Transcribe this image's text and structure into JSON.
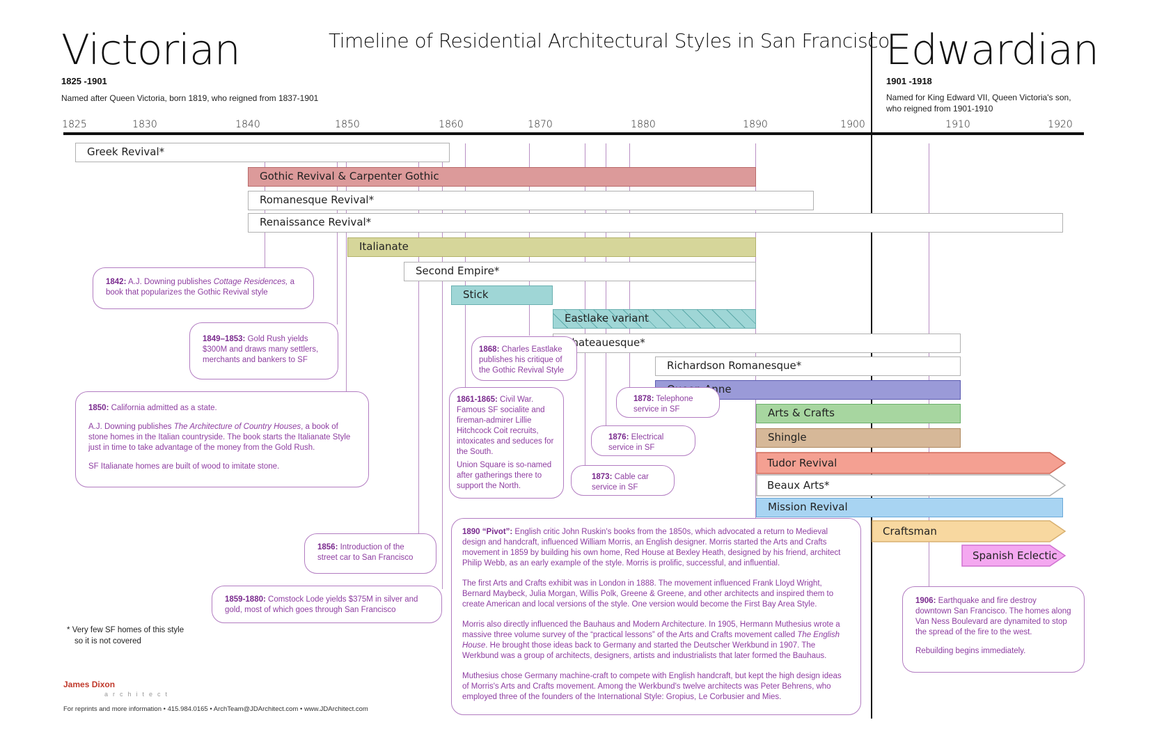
{
  "main_title": "Timeline of Residential Architectural Styles in San Francisco",
  "victorian": {
    "title": "Victorian",
    "years": "1825 -1901",
    "desc": "Named after Queen Victoria, born 1819, who reigned from 1837-1901"
  },
  "edwardian": {
    "title": "Edwardian",
    "years": "1901 -1918",
    "desc": "Named for King Edward VII, Queen Victoria's son, who reigned from 1901-1910"
  },
  "axis_years": [
    "1825",
    "1830",
    "1840",
    "1850",
    "1860",
    "1870",
    "1880",
    "1890",
    "1900",
    "1910",
    "1920"
  ],
  "styles": [
    {
      "label": "Greek Revival*",
      "start": 1825,
      "end": 1861,
      "fill": "#ffffff",
      "border": "#b0b0b0"
    },
    {
      "label": "Gothic Revival & Carpenter Gothic",
      "start": 1842,
      "end": 1890,
      "fill": "#dc9a9a",
      "border": "#b86a6a"
    },
    {
      "label": "Romanesque Revival*",
      "start": 1842,
      "end": 1896,
      "fill": "#ffffff",
      "border": "#b0b0b0"
    },
    {
      "label": "Renaissance Revival*",
      "start": 1842,
      "end": 1920,
      "fill": "#ffffff",
      "border": "#b0b0b0"
    },
    {
      "label": "Italianate",
      "start": 1850,
      "end": 1890,
      "fill": "#d6d69a",
      "border": "#b2b26a"
    },
    {
      "label": "Second Empire*",
      "start": 1855,
      "end": 1890,
      "fill": "#ffffff",
      "border": "#b0b0b0"
    },
    {
      "label": "Stick",
      "start": 1860,
      "end": 1870,
      "fill": "#9fd6d6",
      "border": "#6ab0b0"
    },
    {
      "label": "Eastlake variant",
      "start": 1870,
      "end": 1890,
      "fill": "#9fd6d6",
      "border": "#6ab0b0",
      "hatched": true
    },
    {
      "label": "Chateauesque*",
      "start": 1870,
      "end": 1910,
      "fill": "#ffffff",
      "border": "#b0b0b0"
    },
    {
      "label": "Richardson Romanesque*",
      "start": 1880,
      "end": 1910,
      "fill": "#ffffff",
      "border": "#b0b0b0"
    },
    {
      "label": "Queen Anne",
      "start": 1880,
      "end": 1910,
      "fill": "#9a9ad8",
      "border": "#5a5ab0"
    },
    {
      "label": "Arts & Crafts",
      "start": 1890,
      "end": 1910,
      "fill": "#a7d6a0",
      "border": "#6ab06a"
    },
    {
      "label": "Shingle",
      "start": 1890,
      "end": 1910,
      "fill": "#d6b898",
      "border": "#b08a60"
    },
    {
      "label": "Tudor Revival",
      "start": 1890,
      "end": 1920,
      "fill": "#f4a092",
      "border": "#d06a5a",
      "arrow": true
    },
    {
      "label": "Beaux Arts*",
      "start": 1890,
      "end": 1920,
      "fill": "#ffffff",
      "border": "#b0b0b0",
      "arrow": true
    },
    {
      "label": "Mission Revival",
      "start": 1890,
      "end": 1920,
      "fill": "#a8d4f2",
      "border": "#6aa8d8"
    },
    {
      "label": "Craftsman",
      "start": 1901,
      "end": 1920,
      "fill": "#f8d8a0",
      "border": "#d8b070",
      "arrow": true
    },
    {
      "label": "Spanish Eclectic",
      "start": 1910,
      "end": 1920,
      "fill": "#f4a8f0",
      "border": "#d070d0",
      "arrow": true
    }
  ],
  "notes": {
    "n1842": {
      "head": "1842:",
      "text": "A.J. Downing publishes ",
      "italic": "Cottage Residences,",
      "text2": " a book that popularizes the Gothic Revival style"
    },
    "n1849": {
      "head": "1849–1853:",
      "text": " Gold Rush yields $300M and draws many settlers, merchants and bankers to SF"
    },
    "n1850": {
      "head": "1850:",
      "text": " California admitted as a state.",
      "p2a": "A.J. Downing publishes ",
      "p2i": "The Architecture of Country Houses",
      "p2b": ", a book of stone homes in the Italian countryside. The book starts the Italianate Style just in time to take advantage of the money from the Gold Rush.",
      "p3": "SF Italianate homes are built of wood to imitate stone."
    },
    "n1856": {
      "head": "1856:",
      "text": " Introduction of the street car to San Francisco"
    },
    "n1859": {
      "head": "1859-1880:",
      "text": " Comstock Lode yields $375M in silver and gold, most of which goes through San Francisco"
    },
    "n1868": {
      "head": "1868:",
      "text": " Charles Eastlake publishes his critique of the Gothic Revival Style"
    },
    "n1861": {
      "head": "1861-1865:",
      "text": " Civil War. Famous SF socialite and fireman-admirer Lillie Hitchcock Coit recruits, intoxicates and seduces for the South.",
      "p2": "Union Square is so-named after gatherings there to support the North."
    },
    "n1878": {
      "head": "1878:",
      "text": " Telephone service in SF"
    },
    "n1876": {
      "head": "1876:",
      "text": " Electrical service in SF"
    },
    "n1873": {
      "head": "1873:",
      "text": " Cable car service in SF"
    },
    "n1890": {
      "head": "1890 “Pivot”:",
      "text": " English critic John Ruskin's books from the 1850s, which advocated a return to Medieval design and handcraft, influenced William Morris, an English designer. Morris started the Arts and Crafts movement in 1859 by building his own home, Red House at Bexley Heath, designed by his friend, architect Philip Webb, as an early example of the style. Morris is prolific, successful, and influential.",
      "p2": "The first Arts and Crafts exhibit was in London in 1888. The movement influenced Frank Lloyd Wright, Bernard Maybeck, Julia Morgan, Willis Polk, Greene & Greene, and other architects and inspired them to create American and local versions of the style. One version would become the First Bay Area Style.",
      "p3a": "Morris also directly influenced the Bauhaus and Modern Architecture. In 1905, Hermann Muthesius wrote a massive three volume survey of the “practical lessons” of the Arts and Crafts movement called ",
      "p3i": "The English House",
      "p3b": ". He brought those ideas back to Germany and started the Deutscher Werkbund in 1907. The Werkbund was a group of architects, designers, artists and industrialists that later formed the Bauhaus.",
      "p4": "Muthesius chose Germany machine-craft to compete with English handcraft, but kept the high design ideas of Morris's Arts and Crafts movement. Among the Werkbund's twelve architects was Peter Behrens, who employed three of the founders of the International Style: Gropius, Le Corbusier and Mies."
    },
    "n1906": {
      "head": "1906:",
      "text": " Earthquake and fire destroy downtown San Francisco. The homes along Van Ness Boulevard are dynamited to stop the spread of the fire to the west.",
      "p2": "Rebuilding begins immediately."
    }
  },
  "footnote": {
    "star": "*",
    "line1": "Very few SF homes of this style",
    "line2": "so it is not covered"
  },
  "logo": {
    "name": "James Dixon",
    "sub": "architect"
  },
  "contact": "For reprints and more information • 415.984.0165 • ArchTeam@JDArchitect.com • www.JDArchitect.com"
}
